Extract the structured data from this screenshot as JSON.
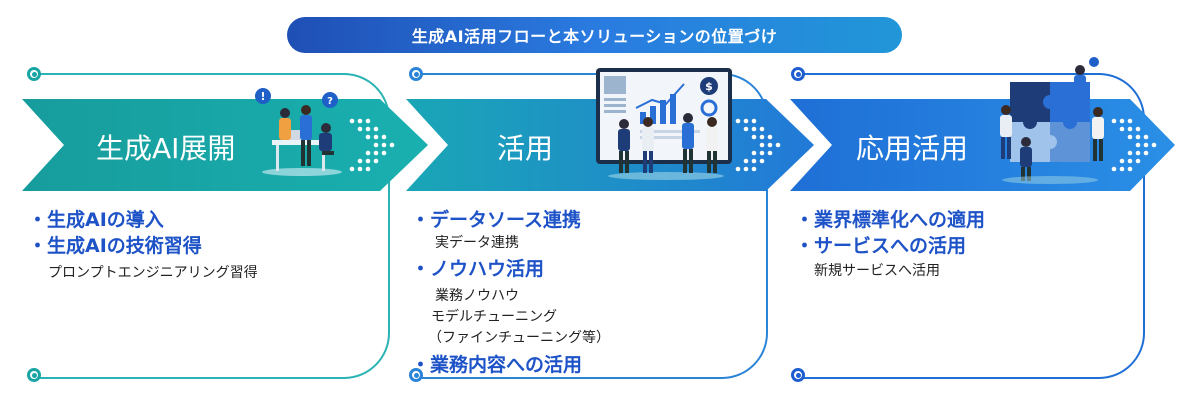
{
  "title": "生成AI活用フローと本ソリューションの位置づけ",
  "colors": {
    "teal": "#1aa5a5",
    "blue": "#1f6fd6",
    "bullet_text": "#1e53c8"
  },
  "stages": [
    {
      "label": "生成AI展開",
      "bullets": [
        "・生成AIの導入",
        "・生成AIの技術習得"
      ],
      "details": [
        "プロンプトエンジニアリング習得"
      ]
    },
    {
      "label": "活用",
      "bullets": [
        "・データソース連携",
        "・ノウハウ活用",
        "・業務内容への活用"
      ],
      "details": [
        "実データ連携",
        "業務ノウハウ",
        "モデルチューニング",
        "（ファインチューニング等）"
      ]
    },
    {
      "label": "応用活用",
      "bullets": [
        "・業界標準化への適用",
        "・サービスへの活用"
      ],
      "details": [
        "新規サービスへ活用"
      ]
    }
  ]
}
